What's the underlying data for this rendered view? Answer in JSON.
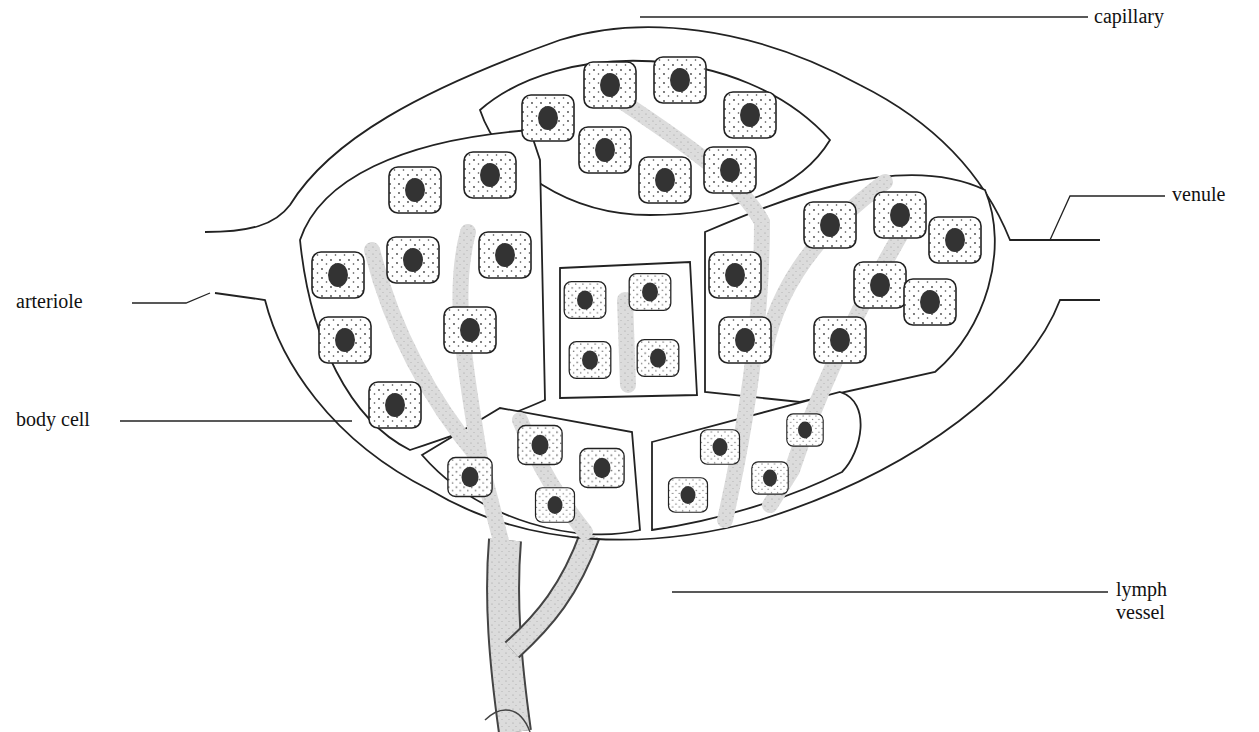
{
  "diagram": {
    "labels": [
      "capillary",
      "venule",
      "arteriole",
      "body cell",
      "lymph vessel"
    ]
  }
}
